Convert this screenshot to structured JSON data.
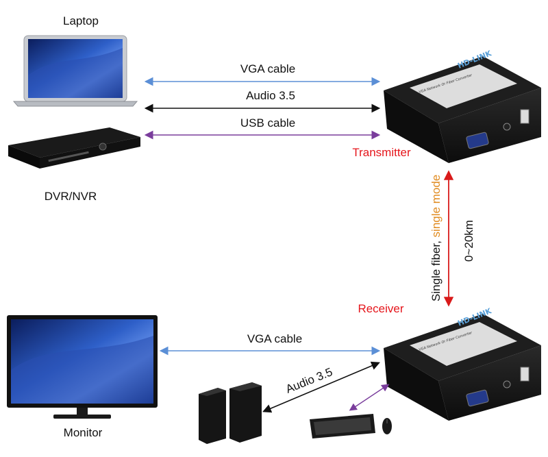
{
  "labels": {
    "laptop": "Laptop",
    "dvr": "DVR/NVR",
    "monitor": "Monitor",
    "transmitter": "Transmitter",
    "receiver": "Receiver",
    "distance": "0~20km",
    "fiber_a": "Single fiber, ",
    "fiber_b": "single mode"
  },
  "links_top": {
    "vga": "VGA cable",
    "audio": "Audio 3.5",
    "usb": "USB cable"
  },
  "links_bottom": {
    "vga": "VGA cable",
    "audio": "Audio 3.5"
  },
  "device_brand": "HD-LINK",
  "device_plate": "VGA Network Or Fiber Converter",
  "colors": {
    "vga_line": "#5b8fd6",
    "audio_line": "#111111",
    "usb_line": "#7a3d9c",
    "fiber_line": "#d91a1a",
    "label_red": "#e5151b",
    "label_orange": "#e08a1e"
  }
}
